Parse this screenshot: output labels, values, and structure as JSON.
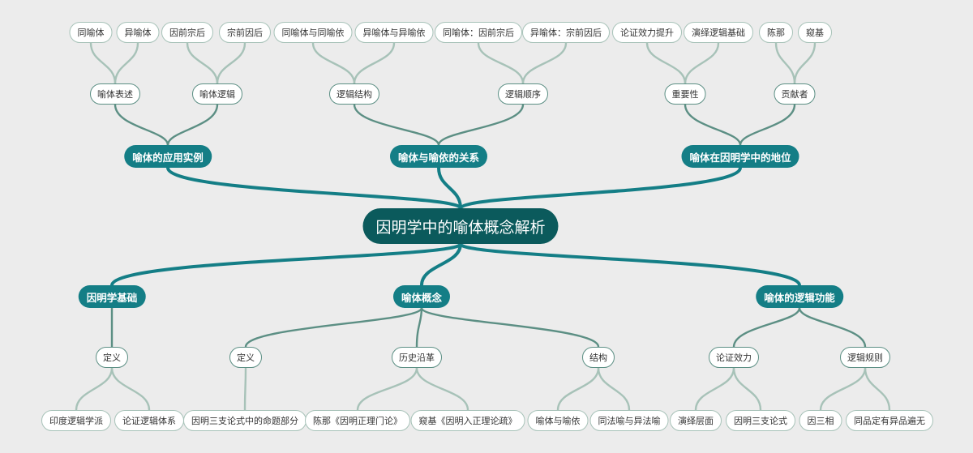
{
  "root": {
    "label": "因明学中的喻体概念解析"
  },
  "branches": [
    {
      "label": "喻体的应用实例",
      "children": [
        {
          "label": "喻体表述",
          "children": [
            {
              "label": "同喻体"
            },
            {
              "label": "异喻体"
            }
          ]
        },
        {
          "label": "喻体逻辑",
          "children": [
            {
              "label": "因前宗后"
            },
            {
              "label": "宗前因后"
            }
          ]
        }
      ]
    },
    {
      "label": "喻体与喻依的关系",
      "children": [
        {
          "label": "逻辑结构",
          "children": [
            {
              "label": "同喻体与同喻依"
            },
            {
              "label": "异喻体与异喻依"
            }
          ]
        },
        {
          "label": "逻辑顺序",
          "children": [
            {
              "label": "同喻体：因前宗后"
            },
            {
              "label": "异喻体：宗前因后"
            }
          ]
        }
      ]
    },
    {
      "label": "喻体在因明学中的地位",
      "children": [
        {
          "label": "重要性",
          "children": [
            {
              "label": "论证效力提升"
            },
            {
              "label": "演绎逻辑基础"
            }
          ]
        },
        {
          "label": "贡献者",
          "children": [
            {
              "label": "陈那"
            },
            {
              "label": "窥基"
            }
          ]
        }
      ]
    },
    {
      "label": "因明学基础",
      "children": [
        {
          "label": "定义",
          "children": [
            {
              "label": "印度逻辑学派"
            },
            {
              "label": "论证逻辑体系"
            }
          ]
        }
      ]
    },
    {
      "label": "喻体概念",
      "children": [
        {
          "label": "定义",
          "children": [
            {
              "label": "因明三支论式中的命题部分"
            }
          ]
        },
        {
          "label": "历史沿革",
          "children": [
            {
              "label": "陈那《因明正理门论》"
            },
            {
              "label": "窥基《因明入正理论疏》"
            }
          ]
        },
        {
          "label": "结构",
          "children": [
            {
              "label": "喻体与喻依"
            },
            {
              "label": "同法喻与异法喻"
            }
          ]
        }
      ]
    },
    {
      "label": "喻体的逻辑功能",
      "children": [
        {
          "label": "论证效力",
          "children": [
            {
              "label": "演绎层面"
            },
            {
              "label": "因明三支论式"
            }
          ]
        },
        {
          "label": "逻辑规则",
          "children": [
            {
              "label": "因三相"
            },
            {
              "label": "同品定有异品遍无"
            }
          ]
        }
      ]
    }
  ],
  "colors": {
    "background": "#ececec",
    "root": "#0b5a5c",
    "branch": "#147e86",
    "sub_link": "#5c8f84",
    "leaf_link": "#a7c2b8"
  }
}
